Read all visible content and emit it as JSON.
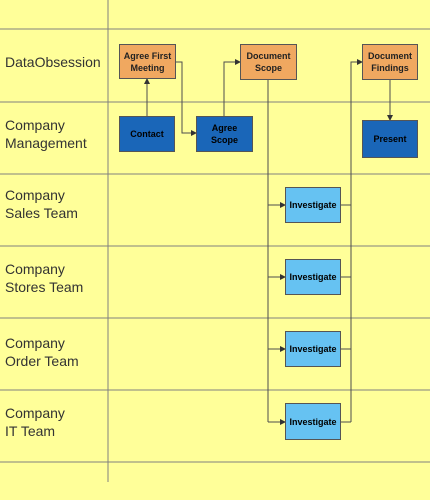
{
  "lanes": [
    "DataObsession",
    "Company\nManagement",
    "Company\nSales Team",
    "Company\nStores Team",
    "Company\nOrder Team",
    "Company\nIT Team"
  ],
  "nodes": {
    "agree_first_meeting": "Agree First\nMeeting",
    "document_scope": "Document\nScope",
    "document_findings": "Document\nFindings",
    "contact": "Contact",
    "agree_scope": "Agree\nScope",
    "present": "Present",
    "investigate_sales": "Investigate",
    "investigate_stores": "Investigate",
    "investigate_order": "Investigate",
    "investigate_it": "Investigate"
  },
  "colors": {
    "background": "#ffff99",
    "gridline": "#808080",
    "connector": "#4d4d4d",
    "orange_box": "#f0a860",
    "dark_blue_box": "#1a66b8",
    "light_blue_box": "#66c2f2"
  }
}
